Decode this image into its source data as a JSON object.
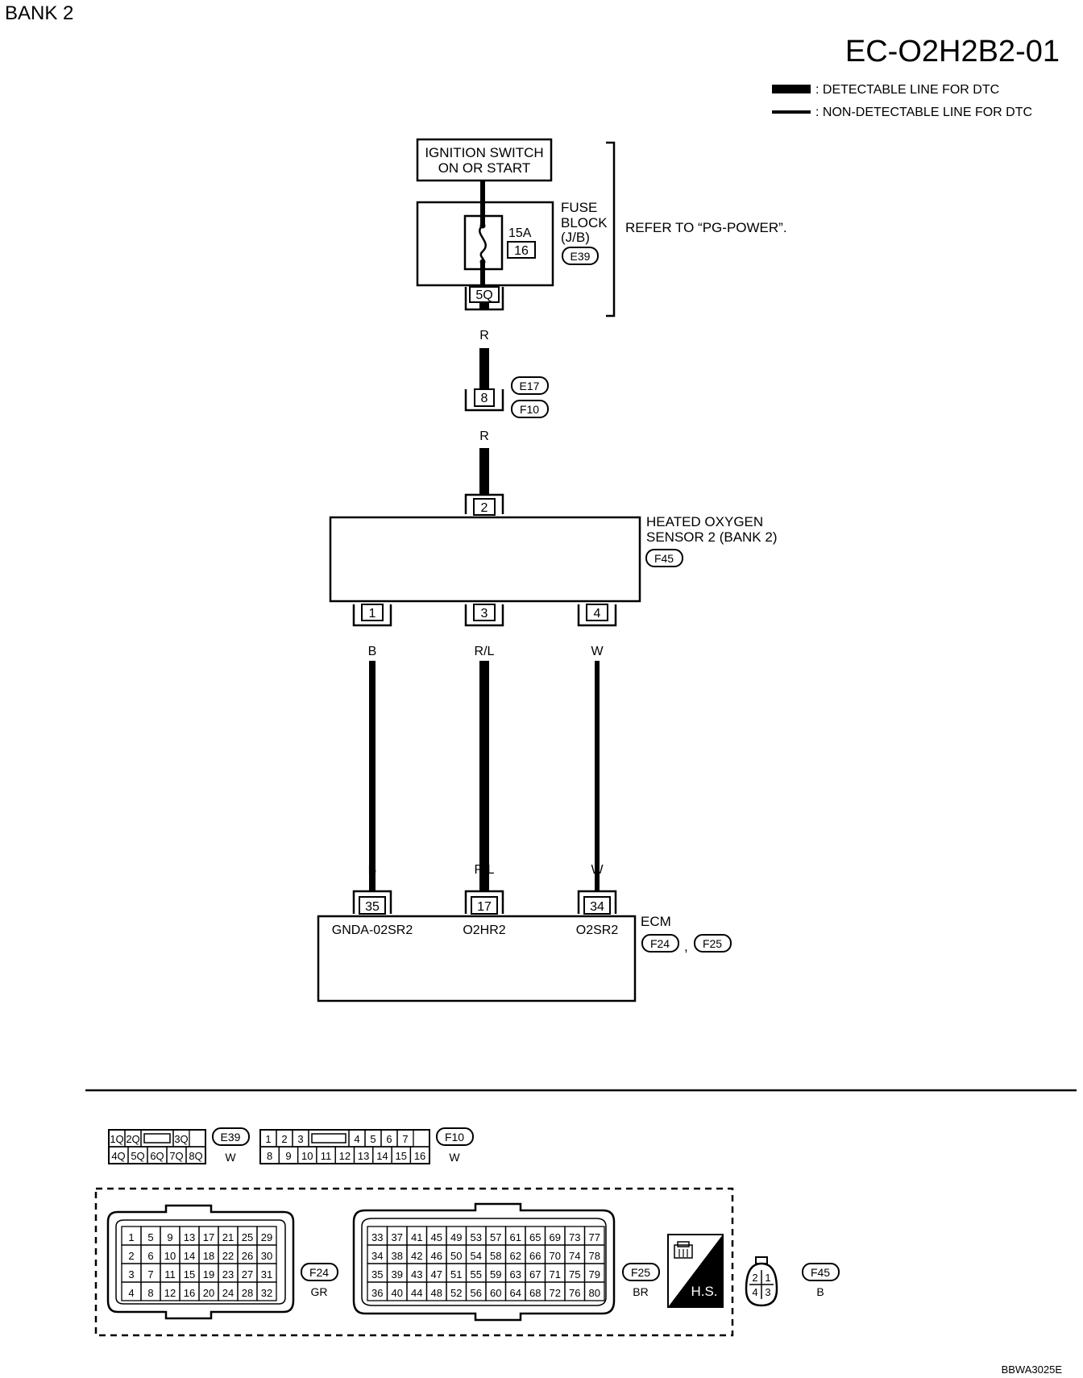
{
  "header": {
    "bank_label": "BANK 2",
    "diagram_code": "EC-O2H2B2-01"
  },
  "legend": {
    "detectable": ": DETECTABLE LINE FOR DTC",
    "non_detectable": ": NON-DETECTABLE LINE FOR DTC"
  },
  "ignition": {
    "line1": "IGNITION SWITCH",
    "line2": "ON OR START"
  },
  "fuse_block": {
    "label1": "FUSE",
    "label2": "BLOCK",
    "label3": "(J/B)",
    "connector": "E39",
    "amperage": "15A",
    "fuse_no": "16",
    "terminal": "5Q",
    "refer_note": "REFER TO “PG-POWER”."
  },
  "wires": {
    "w1_color": "R",
    "w2_color": "R",
    "sensor_b_top": "B",
    "sensor_rl_top": "R/L",
    "sensor_w_top": "W",
    "sensor_b_bottom": "B",
    "sensor_rl_bottom": "R/L",
    "sensor_w_bottom": "W"
  },
  "joint_connector": {
    "pin": "8",
    "conn_a": "E17",
    "conn_b": "F10"
  },
  "sensor": {
    "label1": "HEATED OXYGEN",
    "label2": "SENSOR 2 (BANK 2)",
    "connector": "F45",
    "pin_top": "2",
    "pin_1": "1",
    "pin_3": "3",
    "pin_4": "4"
  },
  "ecm": {
    "label": "ECM",
    "conn_a": "F24",
    "conn_b": "F25",
    "comma": ",",
    "pin_35": "35",
    "pin_17": "17",
    "pin_34": "34",
    "sig_gnd": "GNDA-02SR2",
    "sig_heater": "O2HR2",
    "sig_sensor": "O2SR2"
  },
  "connector_views": {
    "e39": {
      "id": "E39",
      "color": "W",
      "row1": [
        "1Q",
        "2Q",
        "",
        "3Q"
      ],
      "row2": [
        "4Q",
        "5Q",
        "6Q",
        "7Q",
        "8Q"
      ]
    },
    "f10": {
      "id": "F10",
      "color": "W",
      "row1": [
        "1",
        "2",
        "3",
        "",
        "4",
        "5",
        "6",
        "7"
      ],
      "row2": [
        "8",
        "9",
        "10",
        "11",
        "12",
        "13",
        "14",
        "15",
        "16"
      ]
    },
    "f24": {
      "id": "F24",
      "color": "GR",
      "rows": [
        [
          "1",
          "5",
          "9",
          "13",
          "17",
          "21",
          "25",
          "29"
        ],
        [
          "2",
          "6",
          "10",
          "14",
          "18",
          "22",
          "26",
          "30"
        ],
        [
          "3",
          "7",
          "11",
          "15",
          "19",
          "23",
          "27",
          "31"
        ],
        [
          "4",
          "8",
          "12",
          "16",
          "20",
          "24",
          "28",
          "32"
        ]
      ]
    },
    "f25": {
      "id": "F25",
      "color": "BR",
      "rows": [
        [
          "33",
          "37",
          "41",
          "45",
          "49",
          "53",
          "57",
          "61",
          "65",
          "69",
          "73",
          "77"
        ],
        [
          "34",
          "38",
          "42",
          "46",
          "50",
          "54",
          "58",
          "62",
          "66",
          "70",
          "74",
          "78"
        ],
        [
          "35",
          "39",
          "43",
          "47",
          "51",
          "55",
          "59",
          "63",
          "67",
          "71",
          "75",
          "79"
        ],
        [
          "36",
          "40",
          "44",
          "48",
          "52",
          "56",
          "60",
          "64",
          "68",
          "72",
          "76",
          "80"
        ]
      ]
    },
    "hs_label": "H.S.",
    "f45": {
      "id": "F45",
      "color": "B",
      "pins": [
        "2",
        "1",
        "4",
        "3"
      ]
    }
  },
  "footer": {
    "figure_id": "BBWA3025E"
  }
}
